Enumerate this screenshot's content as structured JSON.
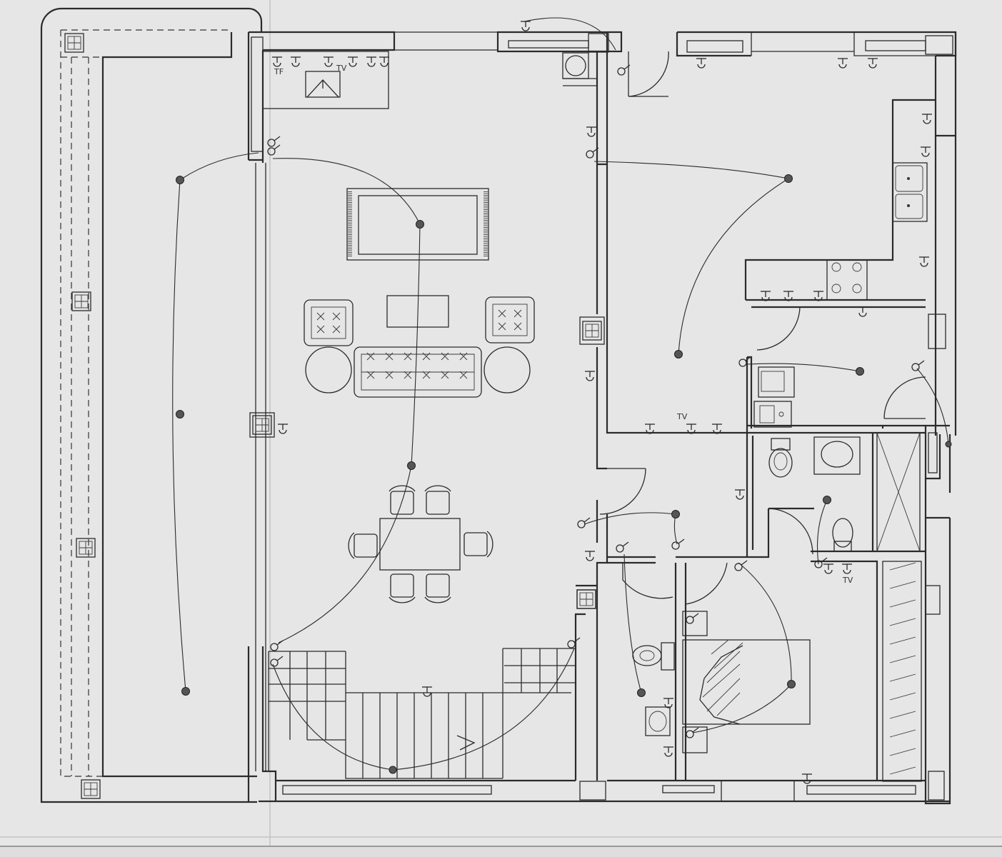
{
  "labels": {
    "tf": "TF",
    "tv_living": "TV",
    "tv_kitchen": "TV",
    "tv_bedroom": "TV"
  },
  "colors": {
    "paper": "#e6e6e6",
    "ink": "#2b2b2b",
    "lamp": "#555555"
  }
}
